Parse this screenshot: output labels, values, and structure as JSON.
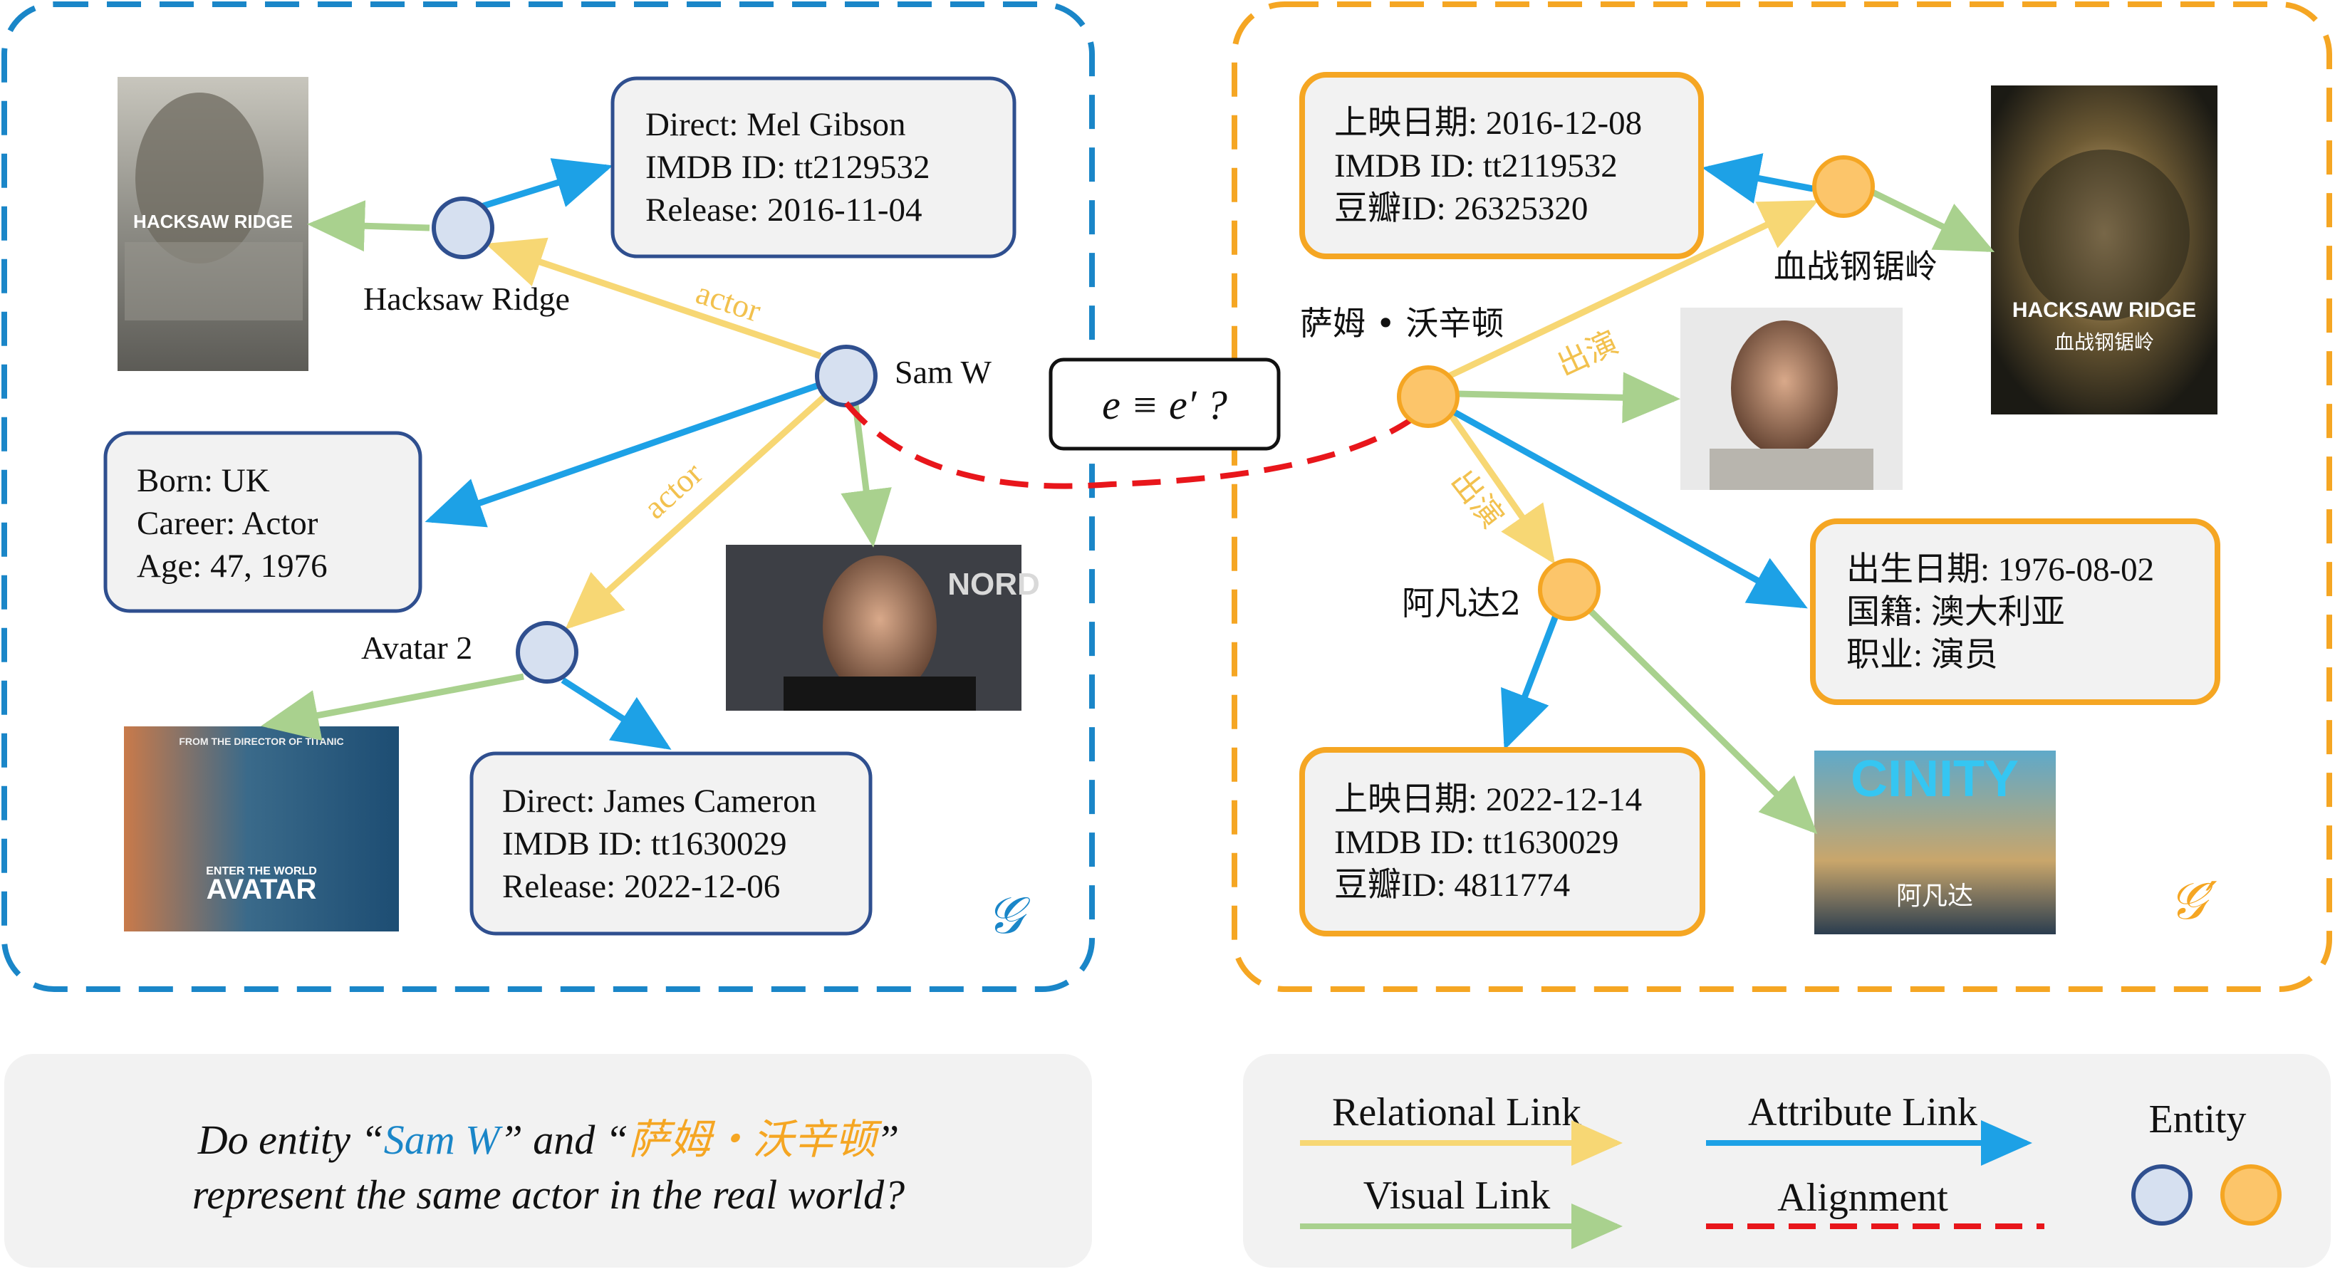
{
  "graph_left": {
    "symbol": "𝒢",
    "entities": {
      "hacksaw": "Hacksaw Ridge",
      "sam": "Sam W",
      "avatar": "Avatar 2"
    },
    "relations": {
      "actor_1": "actor",
      "actor_2": "actor"
    },
    "boxes": {
      "hacksaw_attr": [
        "Direct: Mel Gibson",
        "IMDB ID: tt2129532",
        "Release: 2016-11-04"
      ],
      "sam_attr": [
        "Born: UK",
        "Career: Actor",
        "Age: 47, 1976"
      ],
      "avatar_attr": [
        "Direct: James Cameron",
        "IMDB ID: tt1630029",
        "Release: 2022-12-06"
      ]
    },
    "posters": {
      "hacksaw_title": "HACKSAW RIDGE",
      "avatar_title": "AVATAR",
      "avatar_tagline": "ENTER THE WORLD",
      "avatar_top": "FROM THE DIRECTOR OF TITANIC",
      "photo_text": "NORD"
    }
  },
  "graph_right": {
    "symbol": "𝒢′",
    "entities": {
      "hacksaw": "血战钢锯岭",
      "sam": "萨姆 • 沃辛顿",
      "avatar": "阿凡达2"
    },
    "relations": {
      "actor_1": "出演",
      "actor_2": "出演"
    },
    "boxes": {
      "hacksaw_attr": [
        "上映日期: 2016-12-08",
        "IMDB ID: tt2119532",
        "豆瓣ID: 26325320"
      ],
      "sam_attr": [
        "出生日期: 1976-08-02",
        "国籍: 澳大利亚",
        "职业: 演员"
      ],
      "avatar_attr": [
        "上映日期: 2022-12-14",
        "IMDB ID: tt1630029",
        "豆瓣ID: 4811774"
      ]
    },
    "posters": {
      "hacksaw_title": "HACKSAW RIDGE",
      "hacksaw_cn": "血战钢锯岭",
      "avatar_brand": "CINITY",
      "avatar_cn": "阿凡达"
    }
  },
  "alignment_question": "e ≡ e′ ?",
  "question": {
    "line1_prefix": "Do entity “",
    "entity_en": "Sam W",
    "line1_mid": "” and “",
    "entity_cn": "萨姆・沃辛顿",
    "line1_suffix": "”",
    "line2": "represent the same actor in the real world?"
  },
  "legend": {
    "relational": "Relational Link",
    "attribute": "Attribute Link",
    "entity": "Entity",
    "visual": "Visual Link",
    "alignment": "Alignment"
  },
  "colors": {
    "blue": "#1a86c8",
    "orange": "#f5a623",
    "relational": "#f7d774",
    "attribute": "#1da1e6",
    "visual": "#a9d18e",
    "alignment": "#e8161b",
    "entity_blue_fill": "#d6e0f0",
    "entity_blue_stroke": "#2f4f8f",
    "entity_orange_fill": "#fcc56a",
    "entity_orange_stroke": "#f5a623"
  }
}
